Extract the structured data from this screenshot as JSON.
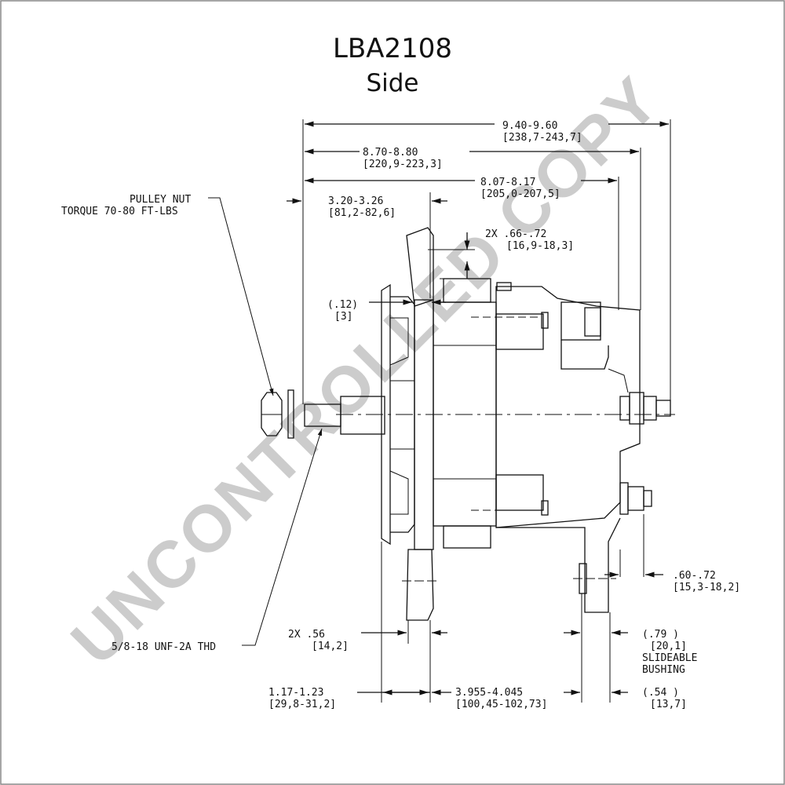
{
  "title": "LBA2108",
  "subtitle": "Side",
  "watermark": "UNCONTROLLED COPY",
  "labels": {
    "pulley_nut_line1": "PULLEY NUT",
    "pulley_nut_line2": "TORQUE 70-80 FT-LBS",
    "thread": "5/8-18 UNF-2A THD",
    "slideable_line1": "SLIDEABLE",
    "slideable_line2": "BUSHING"
  },
  "dimensions": {
    "overall_a": "9.40-9.60",
    "overall_a_mm": "[238,7-243,7]",
    "overall_b": "8.70-8.80",
    "overall_b_mm": "[220,9-223,3]",
    "overall_c": "8.07-8.17",
    "overall_c_mm": "[205,0-207,5]",
    "pulley": "3.20-3.26",
    "pulley_mm": "[81,2-82,6]",
    "ear": "2X .66-.72",
    "ear_mm": "[16,9-18,3]",
    "gap": "(.12)",
    "gap_mm": "[3]",
    "terminal": ".60-.72",
    "terminal_mm": "[15,3-18,2]",
    "foot": "2X .56",
    "foot_mm": "[14,2]",
    "bushing": "(.79    )",
    "bushing_mm": "[20,1]",
    "front": "1.17-1.23",
    "front_mm": "[29,8-31,2]",
    "mount": "3.955-4.045",
    "mount_mm": "[100,45-102,73]",
    "rear": "(.54    )",
    "rear_mm": "[13,7]"
  },
  "colors": {
    "line": "#111111",
    "watermark": "#bcbcbc",
    "frame": "#888888"
  }
}
